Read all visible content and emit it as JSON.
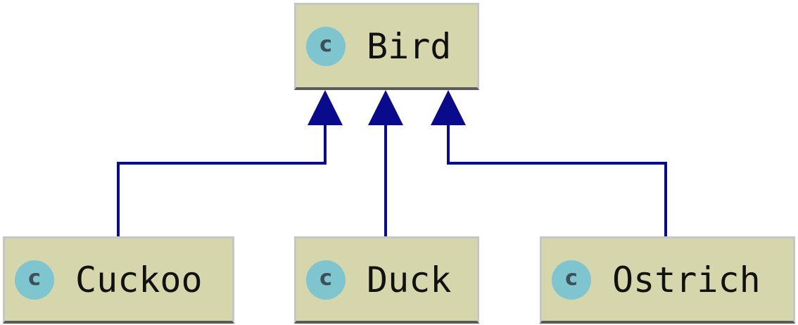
{
  "diagram": {
    "colors": {
      "box_fill": "#d6d6ad",
      "box_border": "#c6c6c6",
      "box_shadow": "#5a5a5a",
      "icon_fill": "#7ec5cf",
      "icon_letter": "#3f4f57",
      "arrow": "#0a0a8c"
    },
    "classes": {
      "bird": {
        "name": "Bird",
        "kind": "class",
        "icon_letter": "c"
      },
      "cuckoo": {
        "name": "Cuckoo",
        "kind": "class",
        "icon_letter": "c"
      },
      "duck": {
        "name": "Duck",
        "kind": "class",
        "icon_letter": "c"
      },
      "ostrich": {
        "name": "Ostrich",
        "kind": "class",
        "icon_letter": "c"
      }
    },
    "relations": [
      {
        "from": "Cuckoo",
        "to": "Bird",
        "type": "inheritance"
      },
      {
        "from": "Duck",
        "to": "Bird",
        "type": "inheritance"
      },
      {
        "from": "Ostrich",
        "to": "Bird",
        "type": "inheritance"
      }
    ]
  }
}
